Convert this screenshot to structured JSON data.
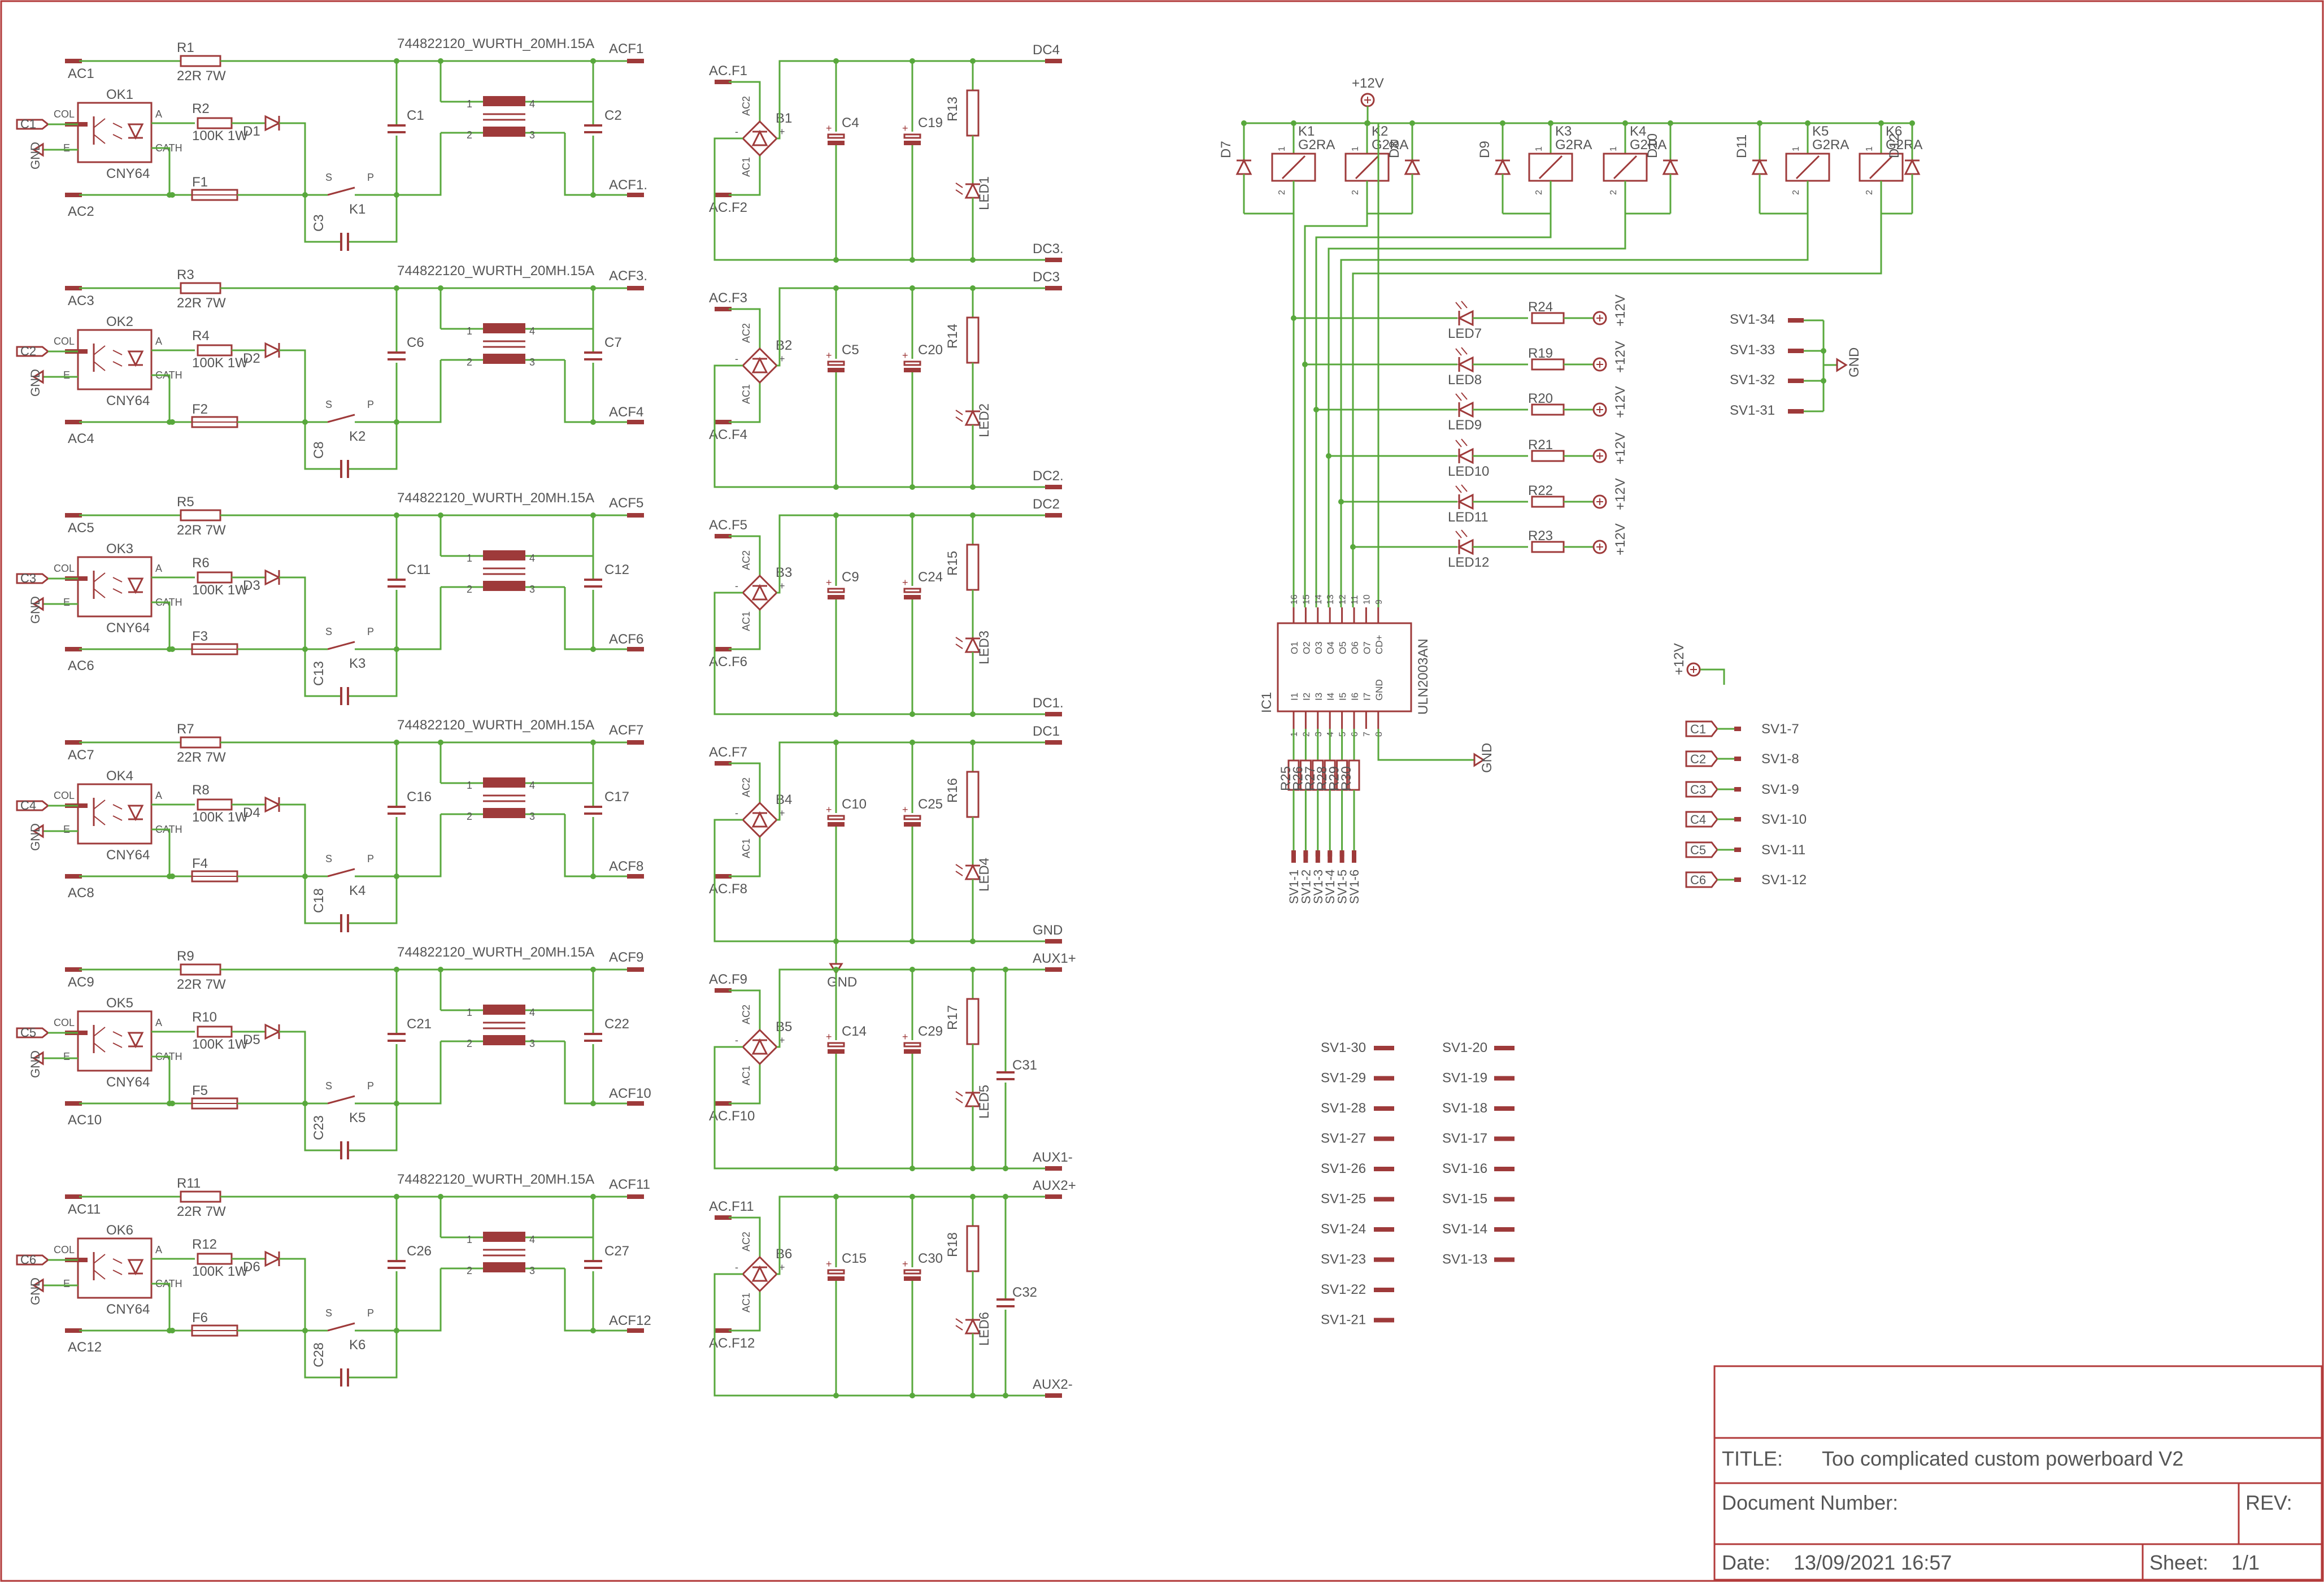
{
  "palette": {
    "wire": "#58a83c",
    "component": "#9e3a3a",
    "frame": "#b23a3a",
    "text": "#555555",
    "background": "#ffffff"
  },
  "title_block": {
    "title_label": "TITLE:",
    "title": "Too complicated custom powerboard V2",
    "doc_label": "Document Number:",
    "rev_label": "REV:",
    "date_label": "Date:",
    "date": "13/09/2021 16:57",
    "sheet_label": "Sheet:",
    "sheet": "1/1"
  },
  "channels": [
    {
      "port": "C1",
      "ok": "OK1",
      "r_pull": "R1",
      "r_pull_val": "22R 7W",
      "r_led": "R2",
      "r_led_val": "100K 1W",
      "diode": "D1",
      "fuse": "F1",
      "cap_snub": "C3",
      "relay": "K1",
      "cap_x": "C1",
      "choke": "744822120_WURTH_20MH.15A",
      "cap_y": "C2",
      "ac_in": "AC1",
      "ac_out": "AC2",
      "acf_top": "ACF1",
      "acf_bot": "ACF1."
    },
    {
      "port": "C2",
      "ok": "OK2",
      "r_pull": "R3",
      "r_pull_val": "22R 7W",
      "r_led": "R4",
      "r_led_val": "100K 1W",
      "diode": "D2",
      "fuse": "F2",
      "cap_snub": "C8",
      "relay": "K2",
      "cap_x": "C6",
      "choke": "744822120_WURTH_20MH.15A",
      "cap_y": "C7",
      "ac_in": "AC3",
      "ac_out": "AC4",
      "acf_top": "ACF3.",
      "acf_bot": "ACF4"
    },
    {
      "port": "C3",
      "ok": "OK3",
      "r_pull": "R5",
      "r_pull_val": "22R 7W",
      "r_led": "R6",
      "r_led_val": "100K 1W",
      "diode": "D3",
      "fuse": "F3",
      "cap_snub": "C13",
      "relay": "K3",
      "cap_x": "C11",
      "choke": "744822120_WURTH_20MH.15A",
      "cap_y": "C12",
      "ac_in": "AC5",
      "ac_out": "AC6",
      "acf_top": "ACF5",
      "acf_bot": "ACF6"
    },
    {
      "port": "C4",
      "ok": "OK4",
      "r_pull": "R7",
      "r_pull_val": "22R 7W",
      "r_led": "R8",
      "r_led_val": "100K 1W",
      "diode": "D4",
      "fuse": "F4",
      "cap_snub": "C18",
      "relay": "K4",
      "cap_x": "C16",
      "choke": "744822120_WURTH_20MH.15A",
      "cap_y": "C17",
      "ac_in": "AC7",
      "ac_out": "AC8",
      "acf_top": "ACF7",
      "acf_bot": "ACF8"
    },
    {
      "port": "C5",
      "ok": "OK5",
      "r_pull": "R9",
      "r_pull_val": "22R 7W",
      "r_led": "R10",
      "r_led_val": "100K 1W",
      "diode": "D5",
      "fuse": "F5",
      "cap_snub": "C23",
      "relay": "K5",
      "cap_x": "C21",
      "choke": "744822120_WURTH_20MH.15A",
      "cap_y": "C22",
      "ac_in": "AC9",
      "ac_out": "AC10",
      "acf_top": "ACF9",
      "acf_bot": "ACF10"
    },
    {
      "port": "C6",
      "ok": "OK6",
      "r_pull": "R11",
      "r_pull_val": "22R 7W",
      "r_led": "R12",
      "r_led_val": "100K 1W",
      "diode": "D6",
      "fuse": "F6",
      "cap_snub": "C28",
      "relay": "K6",
      "cap_x": "C26",
      "choke": "744822120_WURTH_20MH.15A",
      "cap_y": "C27",
      "ac_in": "AC11",
      "ac_out": "AC12",
      "acf_top": "ACF11",
      "acf_bot": "ACF12"
    }
  ],
  "channel_common": {
    "ok_type": "CNY64",
    "col": "COL",
    "e": "E",
    "a": "A",
    "cath": "CATH",
    "gnd": "GND",
    "s": "S",
    "p": "P",
    "pin1": "1",
    "pin2": "2",
    "pin3": "3",
    "pin4": "4"
  },
  "rectifiers": [
    {
      "bridge": "B1",
      "ac_in": "AC.F1",
      "ac_out": "AC.F2",
      "cap_a": "C4",
      "cap_b": "C19",
      "r": "R13",
      "led": "LED1",
      "top": "DC4",
      "bot": "DC3."
    },
    {
      "bridge": "B2",
      "ac_in": "AC.F3",
      "ac_out": "AC.F4",
      "cap_a": "C5",
      "cap_b": "C20",
      "r": "R14",
      "led": "LED2",
      "top": "DC3",
      "bot": "DC2."
    },
    {
      "bridge": "B3",
      "ac_in": "AC.F5",
      "ac_out": "AC.F6",
      "cap_a": "C9",
      "cap_b": "C24",
      "r": "R15",
      "led": "LED3",
      "top": "DC2",
      "bot": "DC1."
    },
    {
      "bridge": "B4",
      "ac_in": "AC.F7",
      "ac_out": "AC.F8",
      "cap_a": "C10",
      "cap_b": "C25",
      "r": "R16",
      "led": "LED4",
      "top": "DC1",
      "bot": "GND"
    },
    {
      "bridge": "B5",
      "ac_in": "AC.F9",
      "ac_out": "AC.F10",
      "cap_a": "C14",
      "cap_b": "C29",
      "r": "R17",
      "led": "LED5",
      "top": "AUX1+",
      "bot": "AUX1-",
      "cap_c": "C31"
    },
    {
      "bridge": "B6",
      "ac_in": "AC.F11",
      "ac_out": "AC.F12",
      "cap_a": "C15",
      "cap_b": "C30",
      "r": "R18",
      "led": "LED6",
      "top": "AUX2+",
      "bot": "AUX2-",
      "cap_c": "C32"
    }
  ],
  "rect_common": {
    "ac1": "AC1",
    "ac2": "AC2",
    "plus": "+",
    "minus": "-",
    "gnd": "GND"
  },
  "relay_group": {
    "supply": "+12V",
    "relays": [
      {
        "k": "K1",
        "type": "G2RA"
      },
      {
        "k": "K2",
        "type": "G2RA"
      },
      {
        "k": "K3",
        "type": "G2RA"
      },
      {
        "k": "K4",
        "type": "G2RA"
      },
      {
        "k": "K5",
        "type": "G2RA"
      },
      {
        "k": "K6",
        "type": "G2RA"
      }
    ],
    "diodes": [
      "D7",
      "D8",
      "D9",
      "D10",
      "D11",
      "D12"
    ],
    "pin1": "1",
    "pin2": "2"
  },
  "indicator_leds": [
    {
      "led": "LED7",
      "r": "R24",
      "supply": "+12V"
    },
    {
      "led": "LED8",
      "r": "R19",
      "supply": "+12V"
    },
    {
      "led": "LED9",
      "r": "R20",
      "supply": "+12V"
    },
    {
      "led": "LED10",
      "r": "R21",
      "supply": "+12V"
    },
    {
      "led": "LED11",
      "r": "R22",
      "supply": "+12V"
    },
    {
      "led": "LED12",
      "r": "R23",
      "supply": "+12V"
    }
  ],
  "ic": {
    "ref": "IC1",
    "part": "ULN2003AN",
    "top_pins": [
      "16",
      "15",
      "14",
      "13",
      "12",
      "11",
      "10",
      "9"
    ],
    "out_names": [
      "O1",
      "O2",
      "O3",
      "O4",
      "O5",
      "O6",
      "O7",
      "CD+"
    ],
    "in_names": [
      "I1",
      "I2",
      "I3",
      "I4",
      "I5",
      "I6",
      "I7",
      "GND"
    ],
    "bot_pins": [
      "1",
      "2",
      "3",
      "4",
      "5",
      "6",
      "7",
      "8"
    ],
    "gnd": "GND",
    "resistors": [
      "R25",
      "R26",
      "R27",
      "R28",
      "R29",
      "R30"
    ],
    "sv": [
      "SV1-1",
      "SV1-2",
      "SV1-3",
      "SV1-4",
      "SV1-5",
      "SV1-6"
    ]
  },
  "gnd_header": {
    "pins": [
      "SV1-34",
      "SV1-33",
      "SV1-32",
      "SV1-31"
    ],
    "gnd": "GND"
  },
  "supply_symbol": "+12V",
  "port_map": [
    {
      "port": "C1",
      "sv": "SV1-7"
    },
    {
      "port": "C2",
      "sv": "SV1-8"
    },
    {
      "port": "C3",
      "sv": "SV1-9"
    },
    {
      "port": "C4",
      "sv": "SV1-10"
    },
    {
      "port": "C5",
      "sv": "SV1-11"
    },
    {
      "port": "C6",
      "sv": "SV1-12"
    }
  ],
  "unused_left": [
    "SV1-30",
    "SV1-29",
    "SV1-28",
    "SV1-27",
    "SV1-26",
    "SV1-25",
    "SV1-24",
    "SV1-23",
    "SV1-22",
    "SV1-21"
  ],
  "unused_right": [
    "SV1-20",
    "SV1-19",
    "SV1-18",
    "SV1-17",
    "SV1-16",
    "SV1-15",
    "SV1-14",
    "SV1-13"
  ]
}
